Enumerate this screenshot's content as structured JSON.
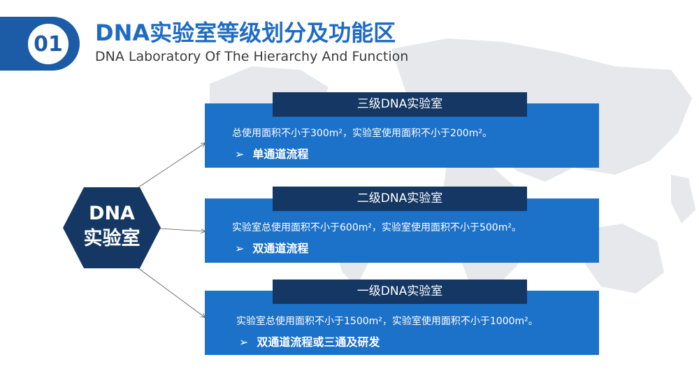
{
  "header": {
    "number": "01",
    "title": "DNA实验室等级划分及功能区",
    "subtitle": "DNA Laboratory Of The Hierarchy And Function"
  },
  "center": {
    "line1": "DNA",
    "line2": "实验室"
  },
  "levels": [
    {
      "title": "三级DNA实验室",
      "description": "总使用面积不小于300m²，实验室使用面积不小于200m²。",
      "flow": "单通道流程"
    },
    {
      "title": "二级DNA实验室",
      "description": "实验室总使用面积不小于600m²，实验室使用面积不小于500m²。",
      "flow": "双通道流程"
    },
    {
      "title": "一级DNA实验室",
      "description": "实验室总使用面积不小于1500m²，实验室使用面积不小于1000m²。",
      "flow": "双通道流程或三通及研发"
    }
  ],
  "icons": {
    "bullet": "arrowhead-bullet-icon"
  },
  "colors": {
    "primary": "#1c5ba6",
    "title": "#1f6bc4",
    "card": "#1c71c9",
    "card_header": "#143863",
    "hexagon": "#143863",
    "map": "#e6e8eb"
  }
}
